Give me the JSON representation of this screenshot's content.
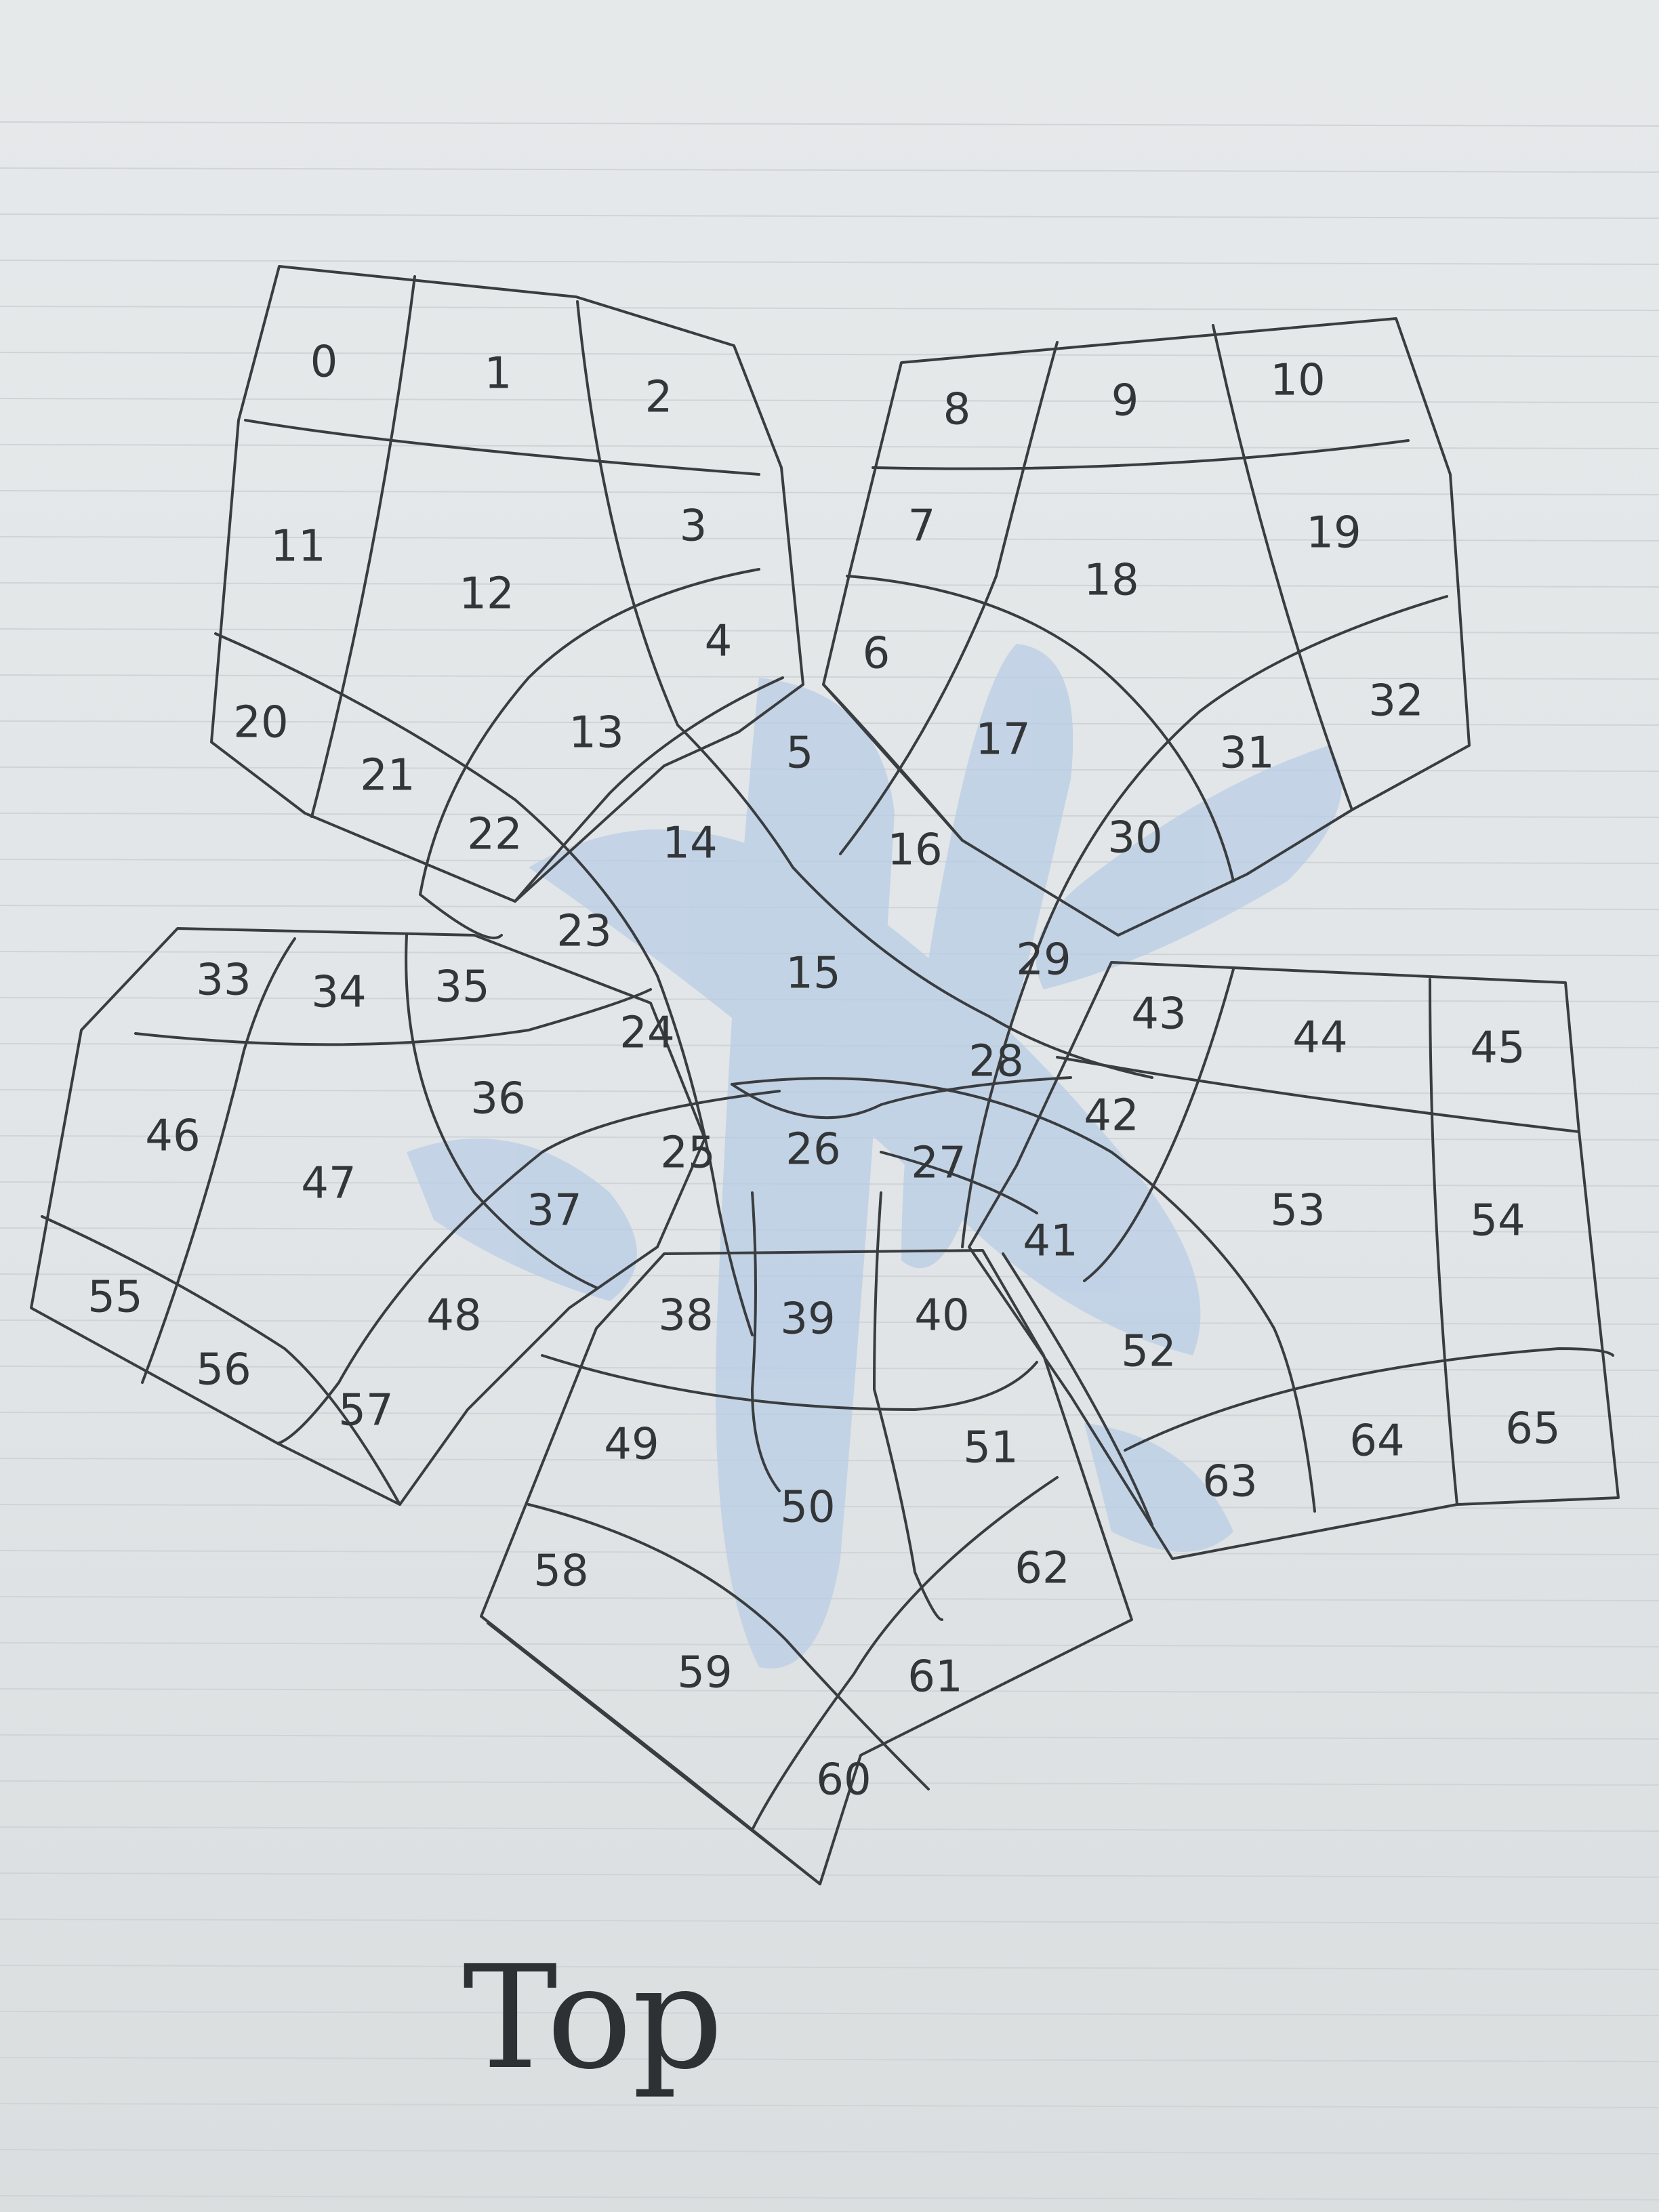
{
  "colors": {
    "paper": "#e3e6e8",
    "ink": "#333638",
    "watermark": "#b9cde6"
  },
  "caption": "Top",
  "cells": [
    {
      "id": "0",
      "label": "0"
    },
    {
      "id": "1",
      "label": "1"
    },
    {
      "id": "2",
      "label": "2"
    },
    {
      "id": "3",
      "label": "3"
    },
    {
      "id": "4",
      "label": "4"
    },
    {
      "id": "5",
      "label": "5"
    },
    {
      "id": "6",
      "label": "6"
    },
    {
      "id": "7",
      "label": "7"
    },
    {
      "id": "8",
      "label": "8"
    },
    {
      "id": "9",
      "label": "9"
    },
    {
      "id": "10",
      "label": "10"
    },
    {
      "id": "11",
      "label": "11"
    },
    {
      "id": "12",
      "label": "12"
    },
    {
      "id": "13",
      "label": "13"
    },
    {
      "id": "14",
      "label": "14"
    },
    {
      "id": "15",
      "label": "15"
    },
    {
      "id": "16",
      "label": "16"
    },
    {
      "id": "17",
      "label": "17"
    },
    {
      "id": "18",
      "label": "18"
    },
    {
      "id": "19",
      "label": "19"
    },
    {
      "id": "20",
      "label": "20"
    },
    {
      "id": "21",
      "label": "21"
    },
    {
      "id": "22",
      "label": "22"
    },
    {
      "id": "23",
      "label": "23"
    },
    {
      "id": "24",
      "label": "24"
    },
    {
      "id": "25",
      "label": "25"
    },
    {
      "id": "26",
      "label": "26"
    },
    {
      "id": "27",
      "label": "27"
    },
    {
      "id": "28",
      "label": "28"
    },
    {
      "id": "29",
      "label": "29"
    },
    {
      "id": "30",
      "label": "30"
    },
    {
      "id": "31",
      "label": "31"
    },
    {
      "id": "32",
      "label": "32"
    },
    {
      "id": "33",
      "label": "33"
    },
    {
      "id": "34",
      "label": "34"
    },
    {
      "id": "35",
      "label": "35"
    },
    {
      "id": "36",
      "label": "36"
    },
    {
      "id": "37",
      "label": "37"
    },
    {
      "id": "38",
      "label": "38"
    },
    {
      "id": "39",
      "label": "39"
    },
    {
      "id": "40",
      "label": "40"
    },
    {
      "id": "41",
      "label": "41"
    },
    {
      "id": "42",
      "label": "42"
    },
    {
      "id": "43",
      "label": "43"
    },
    {
      "id": "44",
      "label": "44"
    },
    {
      "id": "45",
      "label": "45"
    },
    {
      "id": "46",
      "label": "46"
    },
    {
      "id": "47",
      "label": "47"
    },
    {
      "id": "48",
      "label": "48"
    },
    {
      "id": "49",
      "label": "49"
    },
    {
      "id": "50",
      "label": "50"
    },
    {
      "id": "51",
      "label": "51"
    },
    {
      "id": "52",
      "label": "52"
    },
    {
      "id": "53",
      "label": "53"
    },
    {
      "id": "54",
      "label": "54"
    },
    {
      "id": "55",
      "label": "55"
    },
    {
      "id": "56",
      "label": "56"
    },
    {
      "id": "57",
      "label": "57"
    },
    {
      "id": "58",
      "label": "58"
    },
    {
      "id": "59",
      "label": "59"
    },
    {
      "id": "60",
      "label": "60"
    },
    {
      "id": "61",
      "label": "61"
    },
    {
      "id": "62",
      "label": "62"
    },
    {
      "id": "63",
      "label": "63"
    },
    {
      "id": "64",
      "label": "64"
    },
    {
      "id": "65",
      "label": "65"
    }
  ]
}
